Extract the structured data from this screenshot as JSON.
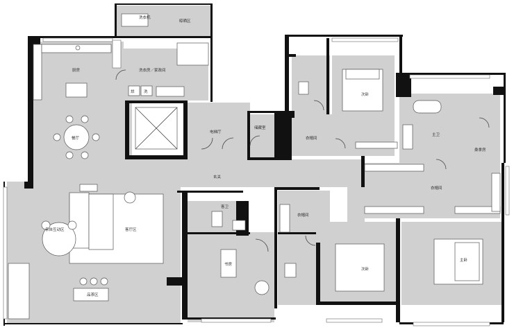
{
  "plan": {
    "labels": {
      "drying_area": "晾晒区",
      "washing_machine": "洗衣机",
      "kitchen": "厨房",
      "laundry_room": "洗衣房／家政间",
      "dining": "餐厅",
      "elevator_hall": "电梯厅",
      "storage": "储藏室",
      "entrance": "玄关",
      "guest_wc": "客卫",
      "study": "书房",
      "family_zone": "亲自互动区",
      "living_room": "客厅区",
      "tea_area": "品茶区",
      "cloak_upper": "衣帽间",
      "cloak_lower": "衣帽间",
      "cloak_master": "衣帽间",
      "bedroom_upper": "次卧",
      "bedroom_lower": "次卧",
      "master_bedroom": "主卧",
      "master_bath": "主卫",
      "sauna": "桑拿房"
    },
    "small_labels": {
      "wash": "洗",
      "dry": "烘"
    }
  }
}
